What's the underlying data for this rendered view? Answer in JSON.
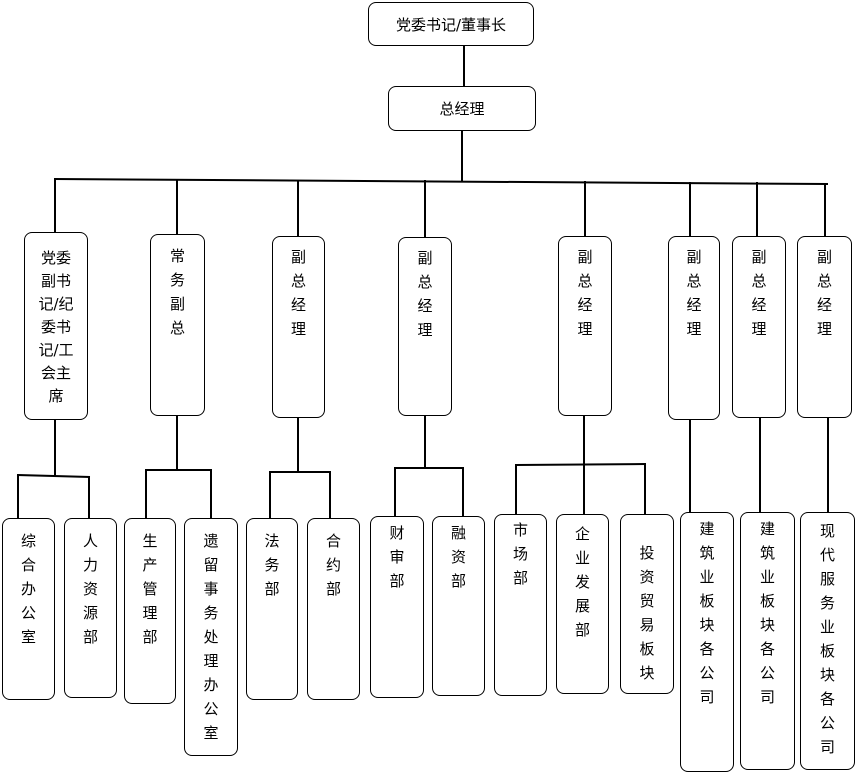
{
  "org": {
    "chairman": {
      "label": "党委书记/董事长"
    },
    "general_manager": {
      "label": "总经理"
    },
    "deputies": [
      {
        "label": "党委副书记/纪委书记/工会主席",
        "departments": [
          {
            "label": "综合办公室"
          },
          {
            "label": "人力资源部"
          }
        ]
      },
      {
        "label": "常务副总",
        "departments": [
          {
            "label": "生产管理部"
          },
          {
            "label": "遗留事务处理办公室"
          }
        ]
      },
      {
        "label": "副总经理",
        "departments": [
          {
            "label": "法务部"
          },
          {
            "label": "合约部"
          }
        ]
      },
      {
        "label": "副总经理",
        "departments": [
          {
            "label": "财审部"
          },
          {
            "label": "融资部"
          }
        ]
      },
      {
        "label": "副总经理",
        "departments": [
          {
            "label": "市场部"
          },
          {
            "label": "企业发展部"
          },
          {
            "label": "投资贸易板块"
          }
        ]
      },
      {
        "label": "副总经理",
        "departments": [
          {
            "label": "建筑业板块各公司"
          }
        ]
      },
      {
        "label": "副总经理",
        "departments": [
          {
            "label": "建筑业板块各公司"
          }
        ]
      },
      {
        "label": "副总经理",
        "departments": [
          {
            "label": "现代服务业板块各公司"
          }
        ]
      }
    ]
  }
}
